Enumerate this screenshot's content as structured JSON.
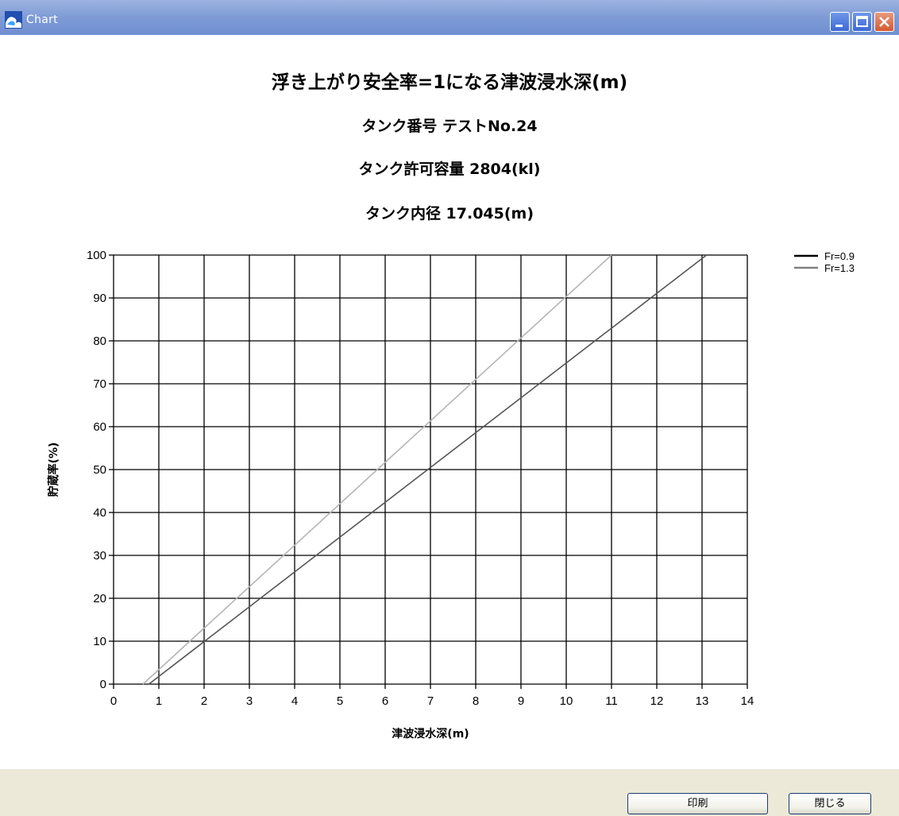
{
  "window": {
    "title": "Chart",
    "icon": "tsunami-app-icon",
    "controls": [
      "minimize-icon",
      "maximize-icon",
      "close-icon"
    ]
  },
  "header": {
    "title": "浮き上がり安全率=1になる津波浸水深(m)",
    "tank_number": "タンク番号 テストNo.24",
    "tank_capacity": "タンク許可容量 2804(kl)",
    "tank_diameter": "タンク内径 17.045(m)"
  },
  "chart_data": {
    "type": "line",
    "xlabel": "津波浸水深(m)",
    "ylabel": "貯蔵率(%)",
    "xlim": [
      0,
      14
    ],
    "ylim": [
      0,
      100
    ],
    "x_ticks": [
      "0",
      "1",
      "2",
      "3",
      "4",
      "5",
      "6",
      "7",
      "8",
      "9",
      "10",
      "11",
      "12",
      "13",
      "14"
    ],
    "y_ticks": [
      "0",
      "10",
      "20",
      "30",
      "40",
      "50",
      "60",
      "70",
      "80",
      "90",
      "100"
    ],
    "grid": true,
    "legend_position": "top-right",
    "series": [
      {
        "name": "Fr=0.9",
        "color": "#555555",
        "legend_color": "#000000",
        "x": [
          0.78,
          13.1
        ],
        "y": [
          0,
          100
        ]
      },
      {
        "name": "Fr=1.3",
        "color": "#b4b4b4",
        "legend_color": "#808080",
        "x": [
          0.65,
          11.0
        ],
        "y": [
          0,
          100
        ]
      }
    ]
  },
  "footer": {
    "print_label": "印刷",
    "close_label": "閉じる"
  }
}
